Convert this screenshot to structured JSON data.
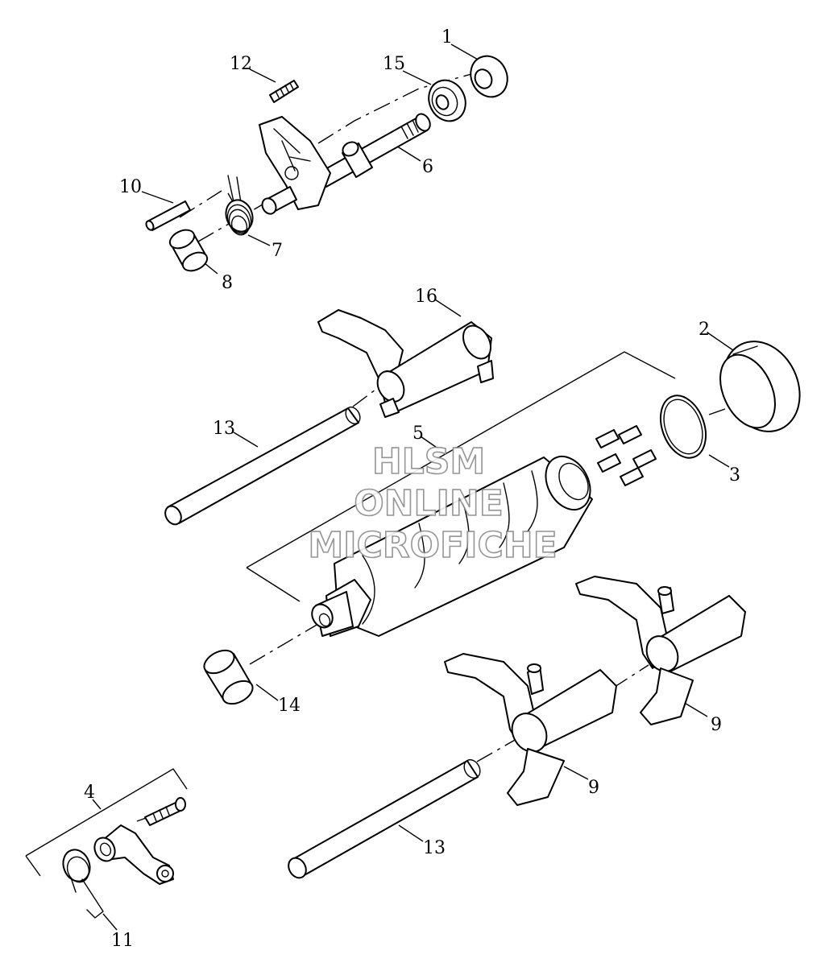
{
  "callouts": [
    {
      "id": "1",
      "label": "1"
    },
    {
      "id": "2",
      "label": "2"
    },
    {
      "id": "3",
      "label": "3"
    },
    {
      "id": "4",
      "label": "4"
    },
    {
      "id": "5",
      "label": "5"
    },
    {
      "id": "6",
      "label": "6"
    },
    {
      "id": "7",
      "label": "7"
    },
    {
      "id": "8",
      "label": "8"
    },
    {
      "id": "9a",
      "label": "9"
    },
    {
      "id": "9b",
      "label": "9"
    },
    {
      "id": "10",
      "label": "10"
    },
    {
      "id": "11",
      "label": "11"
    },
    {
      "id": "12",
      "label": "12"
    },
    {
      "id": "13a",
      "label": "13"
    },
    {
      "id": "13b",
      "label": "13"
    },
    {
      "id": "14",
      "label": "14"
    },
    {
      "id": "15",
      "label": "15"
    },
    {
      "id": "16",
      "label": "16"
    }
  ],
  "watermark": {
    "line1": "HLSM",
    "line2": "ONLINE",
    "line3": "MICROFICHE"
  }
}
